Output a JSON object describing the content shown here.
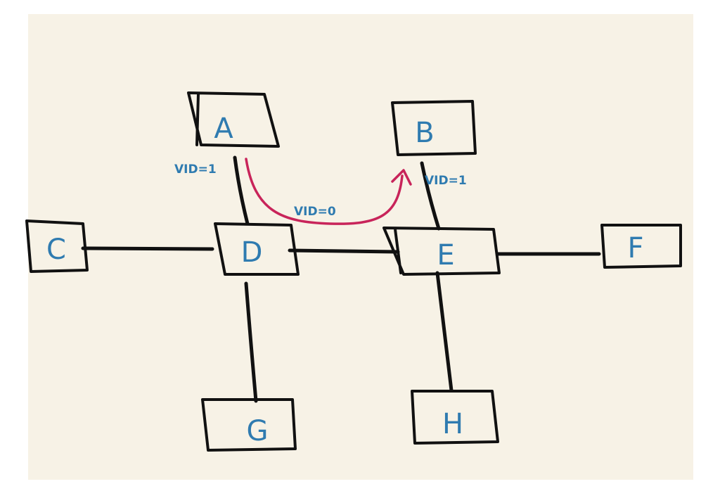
{
  "diagram": {
    "colors": {
      "paper": "#f7f2e6",
      "ink": "#111111",
      "label": "#2f7bb0",
      "path": "#c8245a"
    },
    "nodes": {
      "a": "A",
      "b": "B",
      "c": "C",
      "d": "D",
      "e": "E",
      "f": "F",
      "g": "G",
      "h": "H"
    },
    "annotations": {
      "vid_a": "VID=1",
      "vid_b": "VID=1",
      "vid_path": "VID=0"
    },
    "edges": [
      [
        "A",
        "D"
      ],
      [
        "B",
        "E"
      ],
      [
        "C",
        "D"
      ],
      [
        "D",
        "E"
      ],
      [
        "E",
        "F"
      ],
      [
        "D",
        "G"
      ],
      [
        "E",
        "H"
      ]
    ],
    "highlighted_path": [
      "A",
      "B"
    ]
  }
}
